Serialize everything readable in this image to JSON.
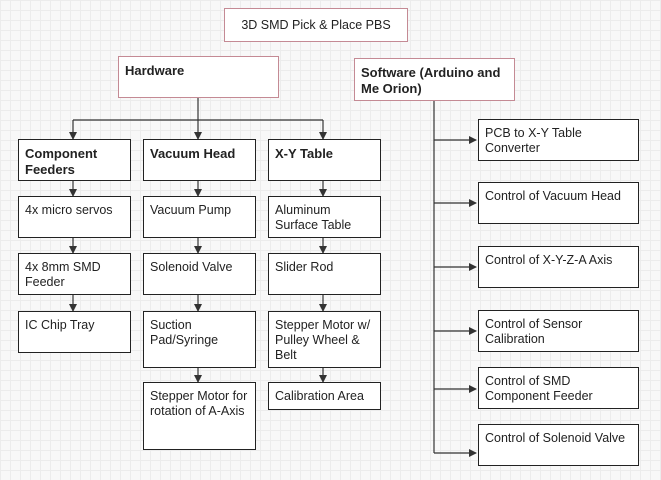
{
  "title": "3D SMD Pick & Place PBS",
  "hardware": {
    "label": "Hardware",
    "component_feeders": {
      "label": "Component Feeders",
      "items": [
        "4x micro servos",
        "4x 8mm SMD Feeder",
        "IC Chip Tray"
      ]
    },
    "vacuum_head": {
      "label": "Vacuum Head",
      "items": [
        "Vacuum Pump",
        "Solenoid Valve",
        "Suction Pad/Syringe",
        "Stepper Motor for rotation of A-Axis"
      ]
    },
    "xy_table": {
      "label": "X-Y Table",
      "items": [
        "Aluminum Surface Table",
        "Slider Rod",
        "Stepper Motor w/ Pulley Wheel & Belt",
        "Calibration Area"
      ]
    }
  },
  "software": {
    "label": "Software (Arduino and Me Orion)",
    "items": [
      "PCB to X-Y Table Converter",
      "Control of Vacuum Head",
      "Control of X-Y-Z-A Axis",
      "Control of Sensor Calibration",
      "Control of SMD Component Feeder",
      "Control of Solenoid Valve"
    ]
  },
  "colors": {
    "pink_border": "#c48a94",
    "box_border": "#222222",
    "line": "#333333"
  }
}
